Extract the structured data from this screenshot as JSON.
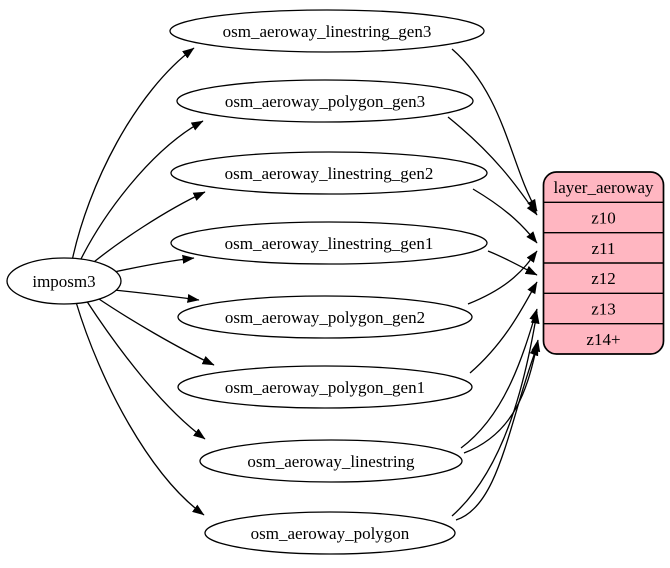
{
  "diagram": {
    "kind": "etl-graph",
    "nodes": {
      "source": {
        "label": "imposm3"
      },
      "tables": [
        {
          "label": "osm_aeroway_linestring_gen3"
        },
        {
          "label": "osm_aeroway_polygon_gen3"
        },
        {
          "label": "osm_aeroway_linestring_gen2"
        },
        {
          "label": "osm_aeroway_linestring_gen1"
        },
        {
          "label": "osm_aeroway_polygon_gen2"
        },
        {
          "label": "osm_aeroway_polygon_gen1"
        },
        {
          "label": "osm_aeroway_linestring"
        },
        {
          "label": "osm_aeroway_polygon"
        }
      ],
      "layer": {
        "title": "layer_aeroway",
        "rows": [
          "z10",
          "z11",
          "z12",
          "z13",
          "z14+"
        ]
      }
    },
    "edges": [
      {
        "from": "imposm3",
        "to": "osm_aeroway_linestring_gen3"
      },
      {
        "from": "imposm3",
        "to": "osm_aeroway_polygon_gen3"
      },
      {
        "from": "imposm3",
        "to": "osm_aeroway_linestring_gen2"
      },
      {
        "from": "imposm3",
        "to": "osm_aeroway_linestring_gen1"
      },
      {
        "from": "imposm3",
        "to": "osm_aeroway_polygon_gen2"
      },
      {
        "from": "imposm3",
        "to": "osm_aeroway_polygon_gen1"
      },
      {
        "from": "imposm3",
        "to": "osm_aeroway_linestring"
      },
      {
        "from": "imposm3",
        "to": "osm_aeroway_polygon"
      },
      {
        "from": "osm_aeroway_linestring_gen3",
        "to": "layer_aeroway:z10"
      },
      {
        "from": "osm_aeroway_polygon_gen3",
        "to": "layer_aeroway:z10"
      },
      {
        "from": "osm_aeroway_linestring_gen2",
        "to": "layer_aeroway:z11"
      },
      {
        "from": "osm_aeroway_polygon_gen2",
        "to": "layer_aeroway:z11"
      },
      {
        "from": "osm_aeroway_linestring_gen1",
        "to": "layer_aeroway:z12"
      },
      {
        "from": "osm_aeroway_polygon_gen1",
        "to": "layer_aeroway:z12"
      },
      {
        "from": "osm_aeroway_linestring",
        "to": "layer_aeroway:z13"
      },
      {
        "from": "osm_aeroway_polygon",
        "to": "layer_aeroway:z13"
      },
      {
        "from": "osm_aeroway_linestring",
        "to": "layer_aeroway:z14+"
      },
      {
        "from": "osm_aeroway_polygon",
        "to": "layer_aeroway:z14+"
      }
    ],
    "colors": {
      "layer_fill": "#ffb6c1",
      "table_fill": "#ffffff",
      "stroke": "#000000",
      "background": "#ffffff"
    }
  }
}
